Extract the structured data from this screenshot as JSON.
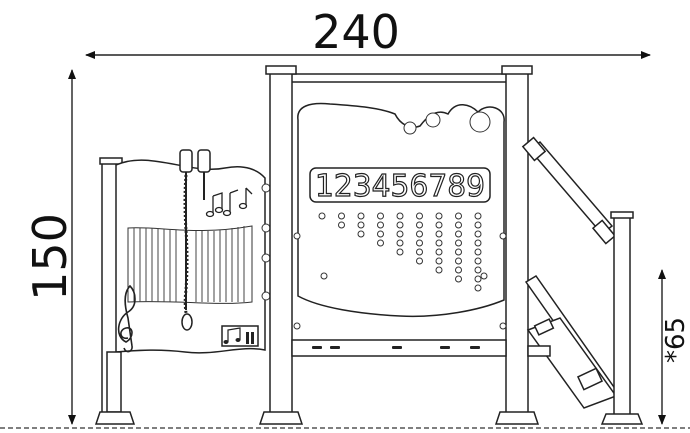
{
  "dimensions": {
    "width_label": "240",
    "height_label": "150",
    "side_label": "*65"
  },
  "panel": {
    "number_strip": "123456789"
  },
  "icons": {
    "music_notes": "music-notes-icon",
    "treble_clef": "treble-clef-icon",
    "music_sign": "music-sign-icon"
  }
}
